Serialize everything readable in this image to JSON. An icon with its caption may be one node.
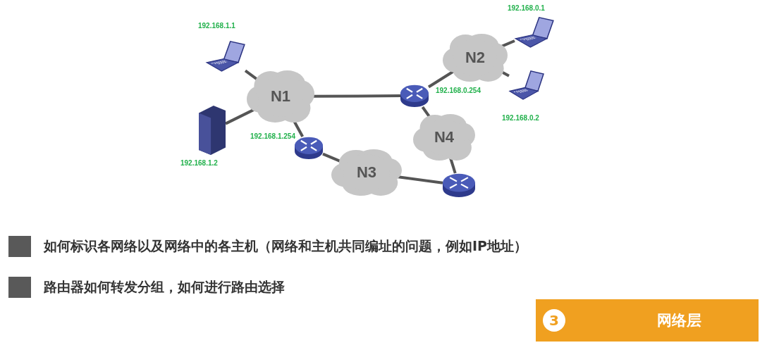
{
  "diagram": {
    "nodes": [
      {
        "text": [],
        "shape": "picture",
        "beside": [
          "192.168.1.1"
        ]
      },
      {
        "text": [
          "N1"
        ]
      },
      {
        "text": [],
        "shape": "picture",
        "beside": [
          "192.168.1.2"
        ]
      },
      {
        "text": [],
        "shape": "picture",
        "beside": [
          "192.168.1.254"
        ]
      },
      {
        "text": [
          "N3"
        ]
      },
      {
        "text": [],
        "shape": "picture",
        "beside": [
          "192.168.0.1"
        ]
      },
      {
        "text": [
          "N2"
        ]
      },
      {
        "text": [],
        "shape": "picture",
        "beside": [
          "192.168.0.254"
        ]
      },
      {
        "text": [],
        "shape": "picture",
        "beside": [
          "192.168.0.2"
        ]
      },
      {
        "text": [
          "N4"
        ]
      },
      {
        "text": [],
        "shape": "picture"
      },
      {
        "text": [
          "3",
          "网络层"
        ]
      }
    ],
    "edges": [
      {
        "from": 0,
        "to": 1,
        "arrow": "none"
      },
      {
        "from": 2,
        "to": 1,
        "arrow": "none"
      },
      {
        "from": 1,
        "to": 7,
        "arrow": "none"
      },
      {
        "from": 1,
        "to": 3,
        "arrow": "none"
      },
      {
        "from": 3,
        "to": 4,
        "arrow": "none"
      },
      {
        "from": 4,
        "to": 10,
        "arrow": "none"
      },
      {
        "from": 10,
        "to": 9,
        "arrow": "none"
      },
      {
        "from": 9,
        "to": 7,
        "arrow": "none"
      },
      {
        "from": 7,
        "to": 6,
        "arrow": "none"
      },
      {
        "from": 6,
        "to": 5,
        "arrow": "none"
      },
      {
        "from": 6,
        "to": 8,
        "arrow": "none"
      }
    ],
    "labels": [
      "如何标识各网络以及网络中的各主机（网络和主机共同编址的问题，例如IP地址）",
      "路由器如何转发分组，如何进行路由选择"
    ]
  }
}
